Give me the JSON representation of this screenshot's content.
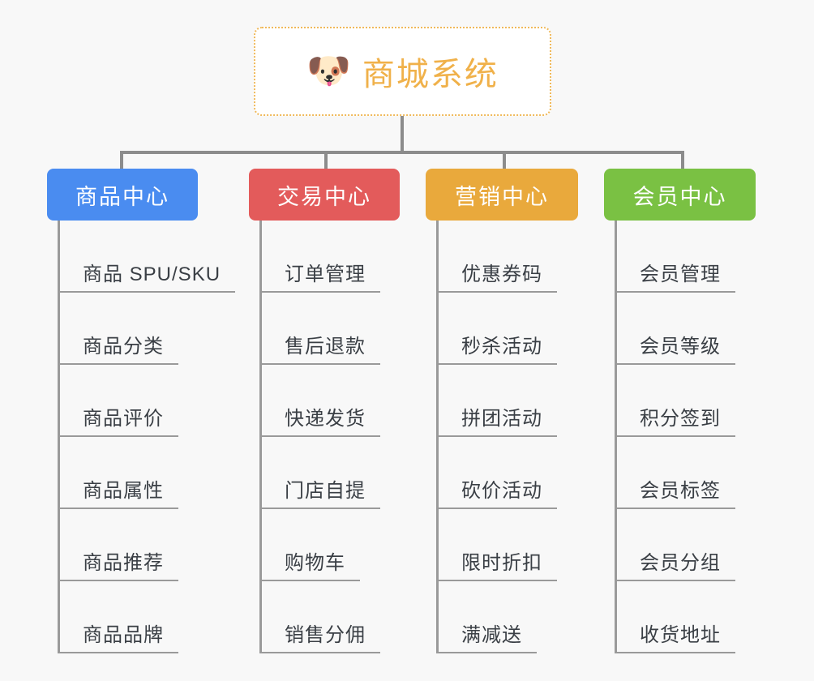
{
  "page": {
    "background_color": "#f8f8f8",
    "type": "mindmap"
  },
  "root": {
    "title": "商城系统",
    "icon": "shiba-dog-face-icon",
    "icon_glyph": "🐶",
    "text_color": "#f0b14a",
    "border_color": "#f0b95a",
    "background_color": "#ffffff"
  },
  "branches": [
    {
      "title": "商品中心",
      "color": "#4a8cf0",
      "items": [
        "商品 SPU/SKU",
        "商品分类",
        "商品评价",
        "商品属性",
        "商品推荐",
        "商品品牌"
      ]
    },
    {
      "title": "交易中心",
      "color": "#e35b5b",
      "items": [
        "订单管理",
        "售后退款",
        "快递发货",
        "门店自提",
        "购物车",
        "销售分佣"
      ]
    },
    {
      "title": "营销中心",
      "color": "#e9a93c",
      "items": [
        "优惠券码",
        "秒杀活动",
        "拼团活动",
        "砍价活动",
        "限时折扣",
        "满减送"
      ]
    },
    {
      "title": "会员中心",
      "color": "#7ac143",
      "items": [
        "会员管理",
        "会员等级",
        "积分签到",
        "会员标签",
        "会员分组",
        "收货地址"
      ]
    }
  ],
  "connector": {
    "color": "#8c8c8c",
    "spine_color": "#9a9a9a"
  }
}
